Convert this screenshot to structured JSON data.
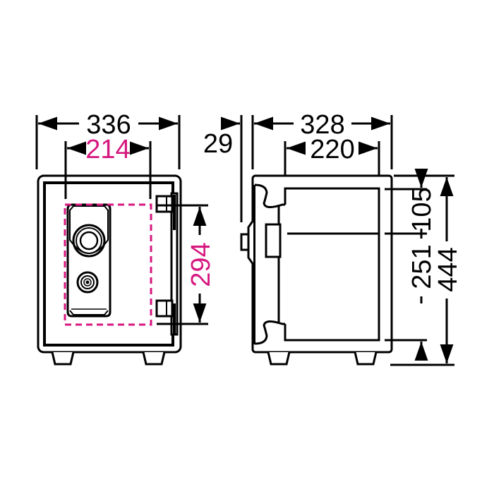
{
  "colors": {
    "line": "#000000",
    "accent": "#d6177f",
    "background": "#ffffff"
  },
  "front_view": {
    "label": "front-view",
    "overall_width": "336",
    "door_opening_width": "214",
    "door_opening_height": "294",
    "components": [
      "outer-body",
      "door",
      "control-panel",
      "dial",
      "key-lock",
      "hinges",
      "feet"
    ]
  },
  "side_view": {
    "label": "side-view",
    "dial_projection": "29",
    "overall_depth": "328",
    "interior_depth": "220",
    "top_to_shelf": "105",
    "interior_height": "251",
    "overall_height": "444",
    "components": [
      "outer-body",
      "door-profile",
      "handle",
      "dial",
      "shelf",
      "feet"
    ]
  },
  "units": "mm"
}
